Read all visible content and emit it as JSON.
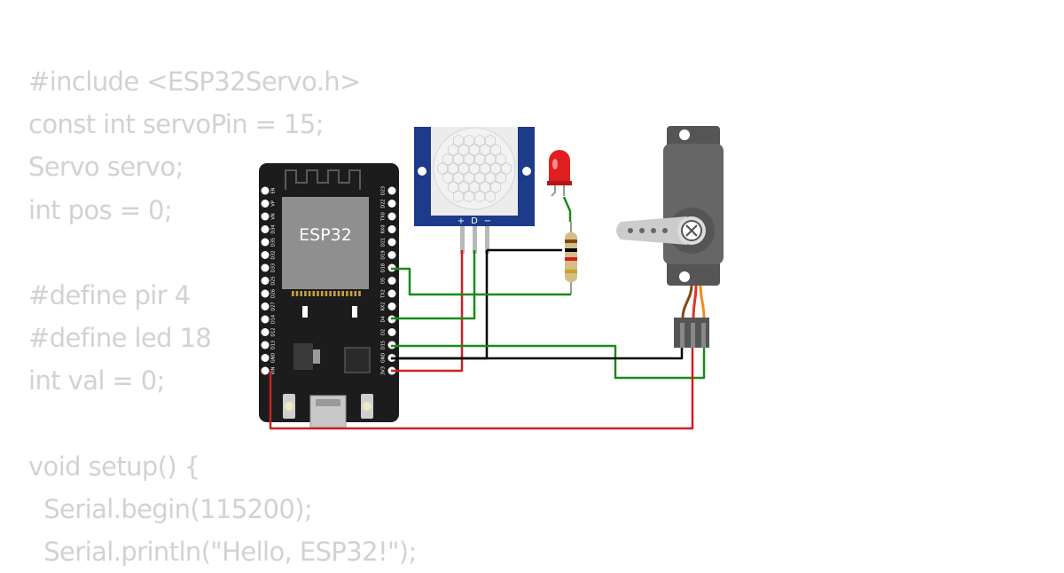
{
  "code_lines": [
    "#include <ESP32Servo.h>",
    "const int servoPin = 15;",
    "Servo servo;",
    "int pos = 0;",
    "",
    "#define pir 4",
    "#define led 18",
    "int val = 0;",
    "",
    "void setup() {",
    "  Serial.begin(115200);",
    "  Serial.println(\"Hello, ESP32!\");"
  ],
  "esp32": {
    "module_label": "ESP32",
    "pins_left": [
      "EN",
      "VP",
      "VN",
      "D34",
      "D35",
      "D32",
      "D33",
      "D25",
      "D26",
      "D27",
      "D14",
      "D12",
      "D13",
      "GND",
      "VIN"
    ],
    "pins_right": [
      "D23",
      "D22",
      "TX0",
      "RX0",
      "D21",
      "D19",
      "D18",
      "D5",
      "TX2",
      "RX2",
      "D4",
      "D2",
      "D15",
      "GND",
      "3V3"
    ]
  },
  "pir": {
    "pin_labels": [
      "+",
      "D",
      "−"
    ]
  },
  "colors": {
    "board": "#1c1c1c",
    "module": "#8f8f8f",
    "pir_frame": "#1e3a8a",
    "servo_body": "#555555",
    "wire_red": "#d11f1f",
    "wire_green": "#1a8a1a",
    "wire_black": "#000000",
    "led": "#e02020"
  }
}
